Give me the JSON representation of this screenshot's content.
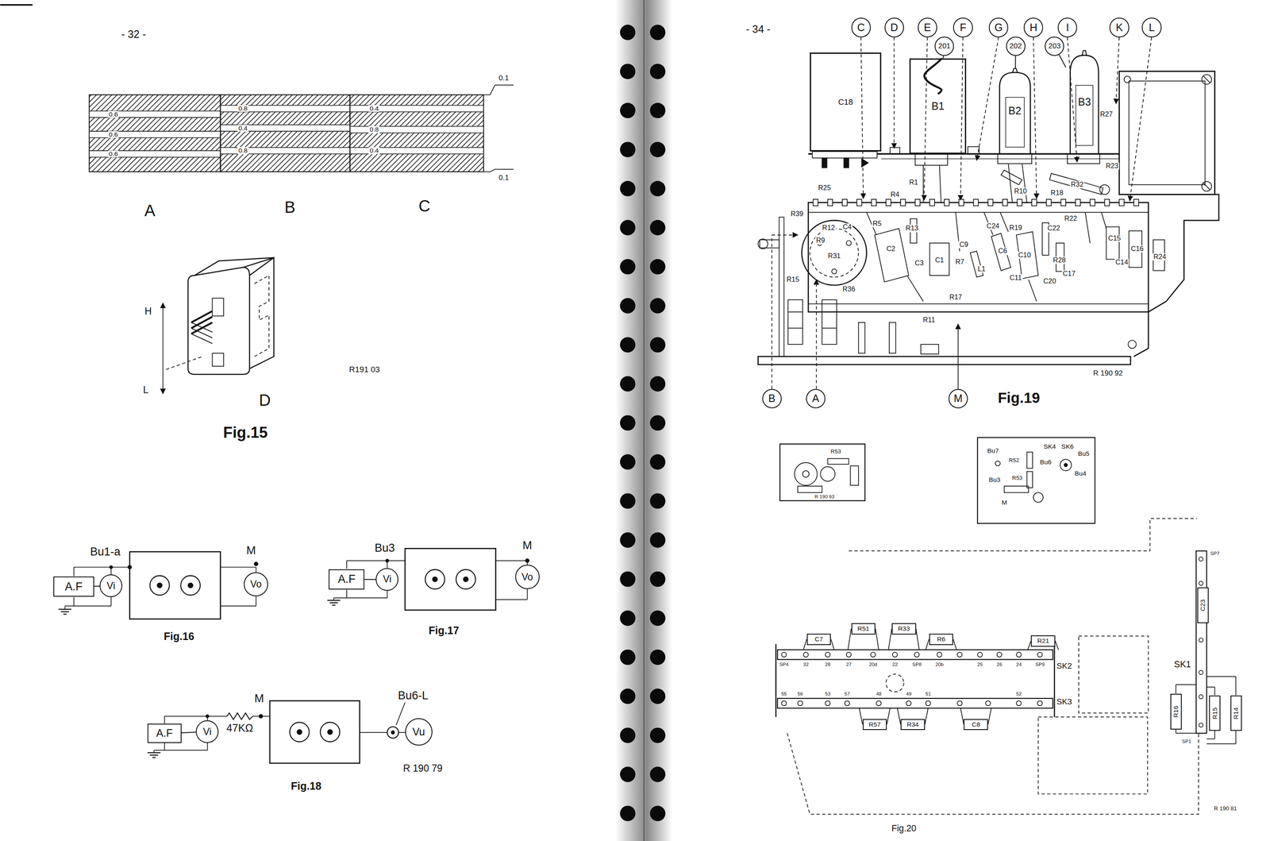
{
  "diagram": {
    "nodes": [
      {
        "text": [
          "A.F"
        ]
      },
      {
        "text": [
          "Vi"
        ]
      },
      {
        "text": [
          "Vo"
        ]
      },
      {
        "text": [
          "A.F"
        ]
      },
      {
        "text": [
          "Vi"
        ]
      },
      {
        "text": [
          "Vo"
        ]
      },
      {
        "text": [
          "A.F"
        ]
      },
      {
        "text": [
          "Vi"
        ]
      },
      {
        "text": [
          "Vu"
        ]
      },
      {
        "text": [
          "C"
        ]
      },
      {
        "text": [
          "D"
        ]
      },
      {
        "text": [
          "E"
        ]
      },
      {
        "text": [
          "F"
        ]
      },
      {
        "text": [
          "G"
        ]
      },
      {
        "text": [
          "H"
        ]
      },
      {
        "text": [
          "I"
        ]
      },
      {
        "text": [
          "K"
        ]
      },
      {
        "text": [
          "L"
        ]
      },
      {
        "text": [
          "201"
        ]
      },
      {
        "text": [
          "202"
        ]
      },
      {
        "text": [
          "203"
        ]
      },
      {
        "text": [
          "C18"
        ]
      },
      {
        "text": [
          "B1"
        ]
      },
      {
        "text": [
          "B2"
        ]
      },
      {
        "text": [
          "B3"
        ]
      },
      {
        "text": [
          "B"
        ]
      },
      {
        "text": [
          "A"
        ]
      },
      {
        "text": [
          "M"
        ]
      },
      {
        "text": [
          "C7"
        ]
      },
      {
        "text": [
          "R51"
        ]
      },
      {
        "text": [
          "R33"
        ]
      },
      {
        "text": [
          "R6"
        ]
      },
      {
        "text": [
          "R21"
        ]
      },
      {
        "text": [
          "R57"
        ]
      },
      {
        "text": [
          "R34"
        ]
      },
      {
        "text": [
          "C8"
        ]
      },
      {
        "text": [
          "C23"
        ]
      },
      {
        "text": [
          "R16"
        ]
      },
      {
        "text": [
          "R15"
        ]
      },
      {
        "text": [
          "R14"
        ]
      }
    ],
    "edges": [
      {
        "from": 0,
        "to": 1,
        "arrow": "none"
      },
      {
        "from": 3,
        "to": 4,
        "arrow": "none"
      },
      {
        "from": 6,
        "to": 7,
        "arrow": "none"
      },
      {
        "from": 18,
        "to": 22,
        "arrow": "none"
      },
      {
        "from": 19,
        "to": 23,
        "arrow": "none"
      },
      {
        "from": 20,
        "to": 24,
        "arrow": "none"
      }
    ],
    "labels": [
      "- 32 -",
      "0.6",
      "0.6",
      "0.6",
      "0.8",
      "0.4",
      "0.8",
      "0.4",
      "0.8",
      "0.4",
      "0.1",
      "0.1",
      "A",
      "B",
      "C",
      "H",
      "L",
      "R191 03",
      "D",
      "Fig.15",
      "Bu1-a",
      "M",
      "Fig.16",
      "Bu3",
      "M",
      "Fig.17",
      "M",
      "47KΩ",
      "Bu6-L",
      "Fig.18",
      "R 190 79",
      "- 34 -",
      "R27",
      "R23",
      "R32",
      "R25",
      "R1",
      "R10",
      "R18",
      "R22",
      "R39",
      "R12",
      "C4",
      "R4",
      "R5",
      "R9",
      "R31",
      "C2",
      "C3",
      "R13",
      "C1",
      "R7",
      "C9",
      "C24",
      "C6",
      "L1",
      "C10",
      "C11",
      "R19",
      "C22",
      "R28",
      "C20",
      "C17",
      "C15",
      "C16",
      "C14",
      "R24",
      "R15",
      "R36",
      "R11",
      "R17",
      "R 190 92",
      "Fig.19",
      "R53",
      "R 190 93",
      "SK4",
      "SK6",
      "Bu7",
      "Bu6",
      "Bu5",
      "Bu4",
      "R52",
      "R53",
      "Bu3",
      "M",
      "SK1",
      "SK2",
      "SK3",
      "R 190 81",
      "Fig.20",
      "SP4",
      "32",
      "28",
      "27",
      "20d",
      "22",
      "SP8",
      "20b",
      "25",
      "26",
      "24",
      "SP9",
      "55",
      "56",
      "53",
      "57",
      "48",
      "49",
      "51",
      "52",
      "SP7",
      "SP1"
    ]
  }
}
